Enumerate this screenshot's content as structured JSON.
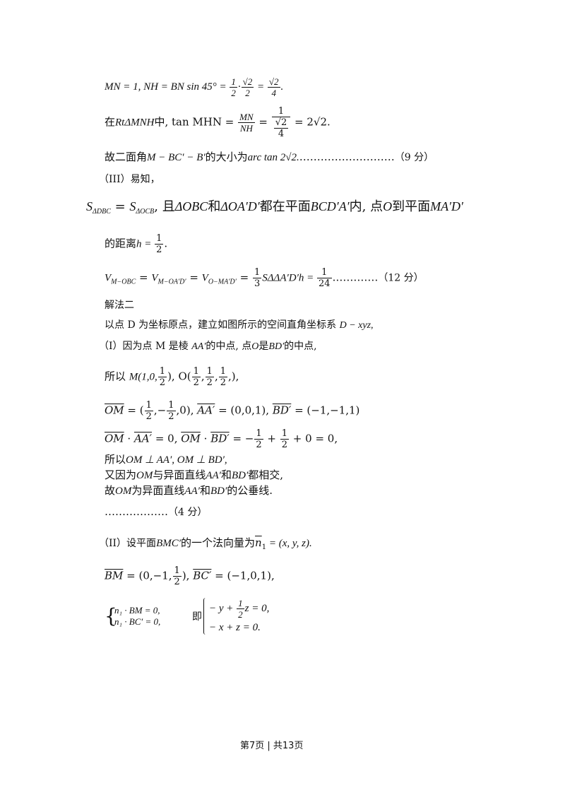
{
  "l1": {
    "a": "MN = 1, NH = BN sin 45° = ",
    "b": " = ",
    "c": "."
  },
  "f_half": {
    "n": "1",
    "d": "2"
  },
  "f_r2_2": {
    "n": "√2",
    "d": "2"
  },
  "f_r2_4": {
    "n": "√2",
    "d": "4"
  },
  "l2": {
    "pre": "在",
    "rt": "RtΔMNH",
    "mid": "中, tan MHN = ",
    "eq": " = ",
    "res": " = 2√2."
  },
  "f_mn_nh": {
    "n": "MN",
    "d": "NH"
  },
  "f_1_r2over4": {
    "n": "1",
    "d1": "√2",
    "d2": "4"
  },
  "l3": {
    "a": "故二面角",
    "b": "M − BC′ − B′",
    "c": "的大小为",
    "d": "arc tan 2√2.",
    "dots": "………………………",
    "score": "（9 分）"
  },
  "l4": {
    "text": "（III）易知，"
  },
  "l5": {
    "s1": "S",
    "s1sub": "ΔDBC",
    "eq": " = ",
    "s2": "S",
    "s2sub": "ΔOCB",
    "rest1": ", 且",
    "t1": "ΔOBC",
    "and": "和",
    "t2": "ΔOA′D′",
    "in": "都在平面",
    "p1": "BCD′A′",
    "inside": "内, 点",
    "o": "O",
    "to": "到平面",
    "p2": "MA′D′"
  },
  "l6": {
    "a": "的距离",
    "b": "h = ",
    "c": "."
  },
  "l7": {
    "v1": "V",
    "v1sub": "M−OBC",
    "eq1": " = ",
    "v2": "V",
    "v2sub": "M−OA′D′",
    "eq2": " = ",
    "v3": "V",
    "v3sub": "O−MA′D′",
    "eq3": " = ",
    "mid": "SΔΔA′D′h = ",
    "dots": "…………",
    "score": "（12 分）"
  },
  "f_1_3": {
    "n": "1",
    "d": "3"
  },
  "f_1_24": {
    "n": "1",
    "d": "24"
  },
  "l8": {
    "text": "解法二"
  },
  "l9": {
    "a": "以点 D 为坐标原点，建立如图所示的空间直角坐标系 ",
    "b": "D − xyz,"
  },
  "l10": {
    "a": "（I）因为点 M 是棱 ",
    "b": "AA′",
    "c": "的中点, 点",
    "d": "O",
    "e": "是",
    "f": "BD′",
    "g": "的中点,"
  },
  "l11": {
    "a": "所以 ",
    "b": "M(1,0,",
    "c": "), O(",
    "d": ",",
    "e": ",",
    "f": ",),"
  },
  "l12": {
    "om": "OM",
    "a": " = (",
    "b": ",−",
    "c": ",0), ",
    "aa": "AA′",
    "d": " = (0,0,1), ",
    "bd": "BD′",
    "e": " = (−1,−1,1)"
  },
  "l13": {
    "om": "OM",
    "dot": " · ",
    "aa": "AA′",
    "a": " = 0, ",
    "om2": "OM",
    "dot2": " · ",
    "bd": "BD′",
    "b": " = −",
    "c": " + ",
    "d": " + 0 = 0,"
  },
  "l14": {
    "a": "所以",
    "b": "OM ⊥ AA′, OM ⊥ BD′,"
  },
  "l15": {
    "a": "又因为",
    "b": "OM",
    "c": "与异面直线",
    "d": "AA′",
    "e": "和",
    "f": "BD′",
    "g": "都相交,"
  },
  "l16": {
    "a": "故",
    "b": "OM",
    "c": "为异面直线",
    "d": "AA′",
    "e": "和",
    "f": "BD′",
    "g": "的公垂线."
  },
  "l17": {
    "dots": "………………",
    "score": "（4 分）"
  },
  "l18": {
    "a": "（II）设平面",
    "b": "BMC′",
    "c": "的一个法向量为",
    "d": "n",
    "dsub": "1",
    "e": " = (x, y, z)."
  },
  "l19": {
    "bm": "BM",
    "a": " = (0,−1,",
    "b": "), ",
    "bc": "BC′",
    "c": " = (−1,0,1),"
  },
  "l20": {
    "r1": "n₁ · BM = 0,",
    "r2": "n₁ · BC′ = 0,",
    "ji": "即",
    "e1a": "− y + ",
    "e1b": "z = 0,",
    "e2": "− x + z = 0."
  },
  "footer": {
    "text": "第7页  | 共13页"
  }
}
